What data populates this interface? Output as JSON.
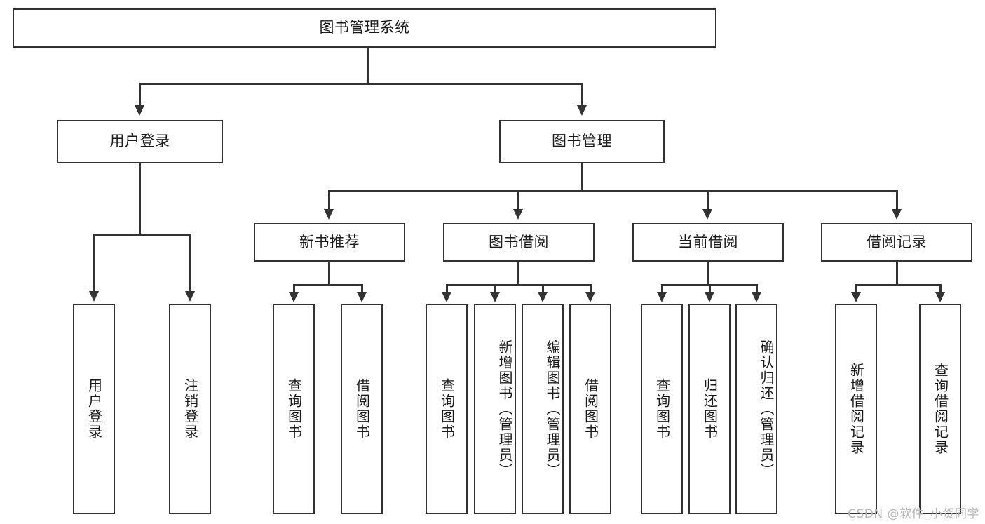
{
  "diagram": {
    "type": "tree-hierarchy",
    "root": {
      "id": "root",
      "label": "图书管理系统",
      "orientation": "horizontal"
    },
    "level2": [
      {
        "id": "user-login",
        "label": "用户登录",
        "orientation": "horizontal"
      },
      {
        "id": "book-management",
        "label": "图书管理",
        "orientation": "horizontal"
      }
    ],
    "level3": [
      {
        "id": "new-book-recommend",
        "label": "新书推荐",
        "orientation": "horizontal",
        "parent": "book-management"
      },
      {
        "id": "book-borrow",
        "label": "图书借阅",
        "orientation": "horizontal",
        "parent": "book-management"
      },
      {
        "id": "current-borrow",
        "label": "当前借阅",
        "orientation": "horizontal",
        "parent": "book-management"
      },
      {
        "id": "borrow-record",
        "label": "借阅记录",
        "orientation": "horizontal",
        "parent": "book-management"
      }
    ],
    "leaves": [
      {
        "id": "leaf-user-login",
        "label": "用户登录",
        "parent": "user-login"
      },
      {
        "id": "leaf-user-logout",
        "label": "注销登录",
        "parent": "user-login"
      },
      {
        "id": "leaf-query-book-1",
        "label": "查询图书",
        "parent": "new-book-recommend"
      },
      {
        "id": "leaf-borrow-book-1",
        "label": "借阅图书",
        "parent": "new-book-recommend"
      },
      {
        "id": "leaf-query-book-2",
        "label": "查询图书",
        "parent": "book-borrow"
      },
      {
        "id": "leaf-add-book",
        "label": "新增图书（管理员）",
        "parent": "book-borrow"
      },
      {
        "id": "leaf-edit-book",
        "label": "编辑图书（管理员）",
        "parent": "book-borrow"
      },
      {
        "id": "leaf-borrow-book-2",
        "label": "借阅图书",
        "parent": "book-borrow"
      },
      {
        "id": "leaf-query-book-3",
        "label": "查询图书",
        "parent": "current-borrow"
      },
      {
        "id": "leaf-return-book",
        "label": "归还图书",
        "parent": "current-borrow"
      },
      {
        "id": "leaf-confirm-return",
        "label": "确认归还（管理员）",
        "parent": "current-borrow"
      },
      {
        "id": "leaf-add-record",
        "label": "新增借阅记录",
        "parent": "borrow-record"
      },
      {
        "id": "leaf-query-record",
        "label": "查询借阅记录",
        "parent": "borrow-record"
      }
    ]
  },
  "watermark": {
    "text": "CSDN @软件_小贺同学",
    "color": "#b8b8b8"
  },
  "colors": {
    "stroke": "#333333",
    "background": "#ffffff",
    "text": "#1a1a1a"
  }
}
